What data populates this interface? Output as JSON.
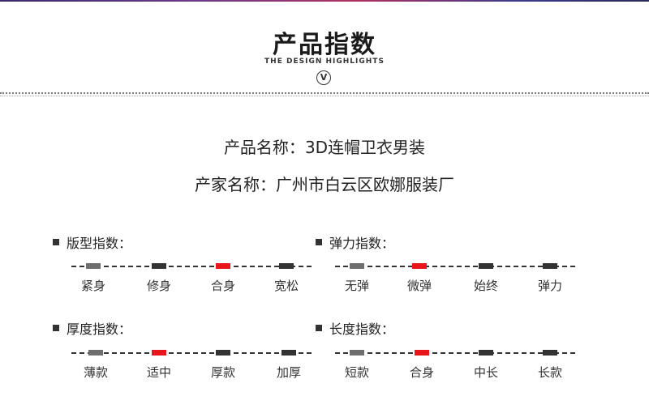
{
  "header": {
    "title": "产品指数",
    "subtitle": "THE DESIGN HIGHLIGHTS",
    "badge": "V"
  },
  "info": {
    "product_label": "产品名称：",
    "product_value": "3D连帽卫衣男装",
    "maker_label": "产家名称：",
    "maker_value": "广州市白云区欧娜服装厂"
  },
  "colors": {
    "selected": "#e8151b",
    "unselected": "#333333",
    "first": "#6e6e6e"
  },
  "groups": [
    {
      "title": "版型指数：",
      "options": [
        "紧身",
        "修身",
        "合身",
        "宽松"
      ],
      "selected_index": 2
    },
    {
      "title": "弹力指数：",
      "options": [
        "无弹",
        "微弹",
        "始终",
        "弹力"
      ],
      "selected_index": 1
    },
    {
      "title": "厚度指数：",
      "options": [
        "薄款",
        "适中",
        "厚款",
        "加厚"
      ],
      "selected_index": 1
    },
    {
      "title": "长度指数：",
      "options": [
        "短款",
        "合身",
        "中长",
        "长款"
      ],
      "selected_index": 1
    }
  ]
}
